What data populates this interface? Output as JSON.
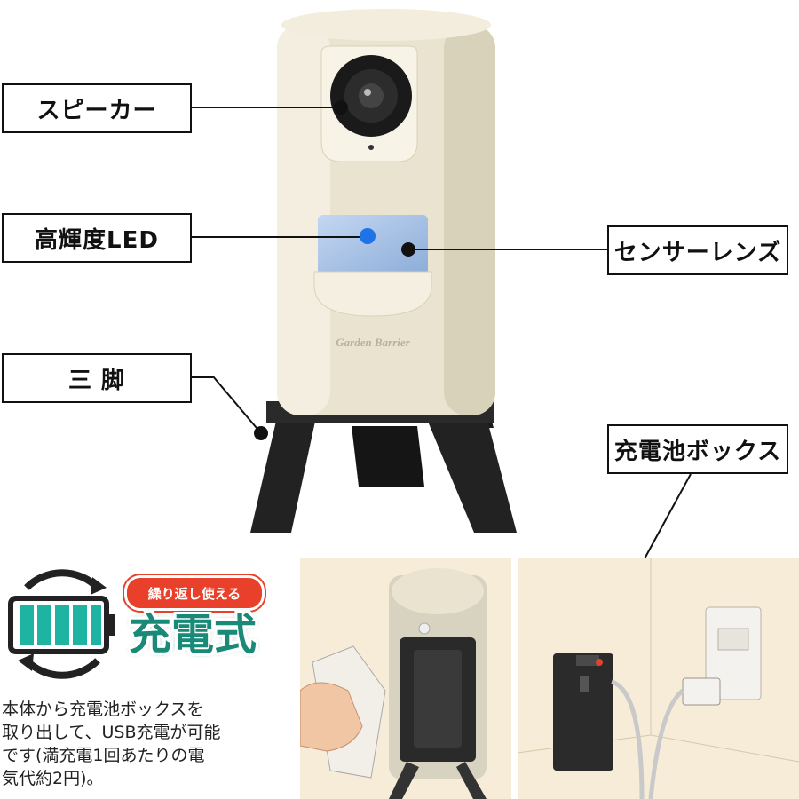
{
  "callouts": {
    "speaker": "スピーカー",
    "led": "高輝度LED",
    "tripod": "三 脚",
    "sensor": "センサーレンズ",
    "battery_box": "充電池ボックス"
  },
  "product": {
    "brand": "Garden Barrier"
  },
  "badge": {
    "subtitle": "繰り返し使える",
    "title": "充電式"
  },
  "description": "本体から充電池ボックスを\n取り出して、USB充電が可能\nです(満充電1回あたりの電\n気代約2円)。",
  "colors": {
    "device_body": "#ece6d4",
    "sensor_window": "#a9c4e6",
    "tripod": "#222222",
    "battery_icon": "#1fb3a1",
    "badge_red": "#e8402a",
    "panel_bg": "#f6ecd7"
  },
  "icons": [
    "battery-charge-icon"
  ]
}
